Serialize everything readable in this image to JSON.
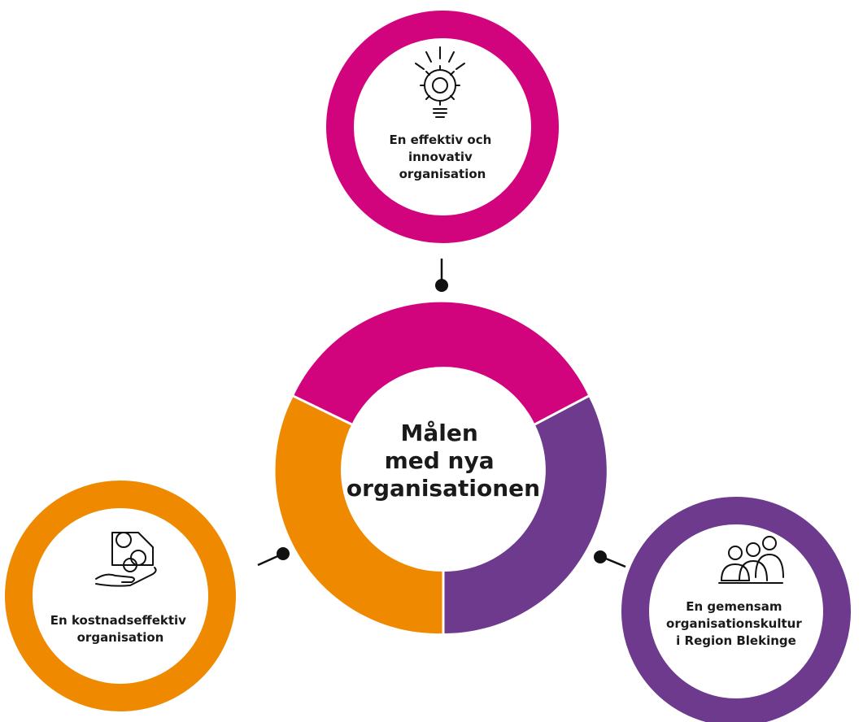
{
  "center": {
    "lines": [
      "Målen",
      "med nya",
      "organisationen"
    ]
  },
  "goals": {
    "top": {
      "lines": [
        "En effektiv och",
        "innovativ",
        "organisation"
      ],
      "icon": "lightbulb-gear-icon",
      "color": "#d1047e"
    },
    "left": {
      "lines": [
        "En kostnadseffektiv",
        "organisation"
      ],
      "icon": "hand-coins-icon",
      "color": "#ef8a00"
    },
    "right": {
      "lines": [
        "En gemensam",
        "organisationskultur",
        "i Region Blekinge"
      ],
      "icon": "group-people-icon",
      "color": "#6d3a8e"
    }
  },
  "colors": {
    "magenta": "#d1047e",
    "orange": "#ef8a00",
    "purple": "#6d3a8e",
    "connector": "#111111"
  }
}
